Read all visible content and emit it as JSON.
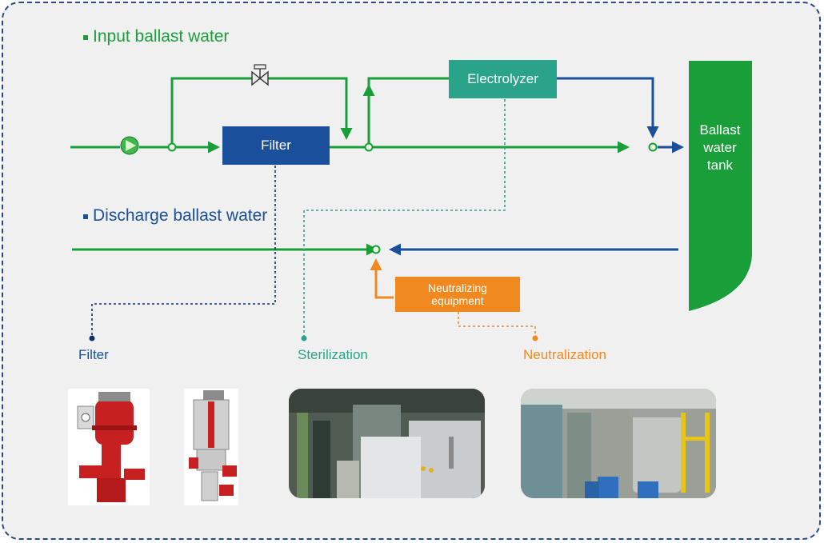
{
  "legend": {
    "input_label": "Input ballast water",
    "discharge_label": "Discharge ballast water"
  },
  "components": {
    "filter": "Filter",
    "electrolyzer": "Electrolyzer",
    "tank": "Ballast water tank",
    "neutralizer": "Neutralizing equipment"
  },
  "captions": {
    "filter": "Filter",
    "sterilization": "Sterilization",
    "neutralization": "Neutralization"
  },
  "colors": {
    "green": "#1a9e3a",
    "blue": "#1a4f9c",
    "navy": "#0f2f6b",
    "teal": "#2aa38b",
    "orange": "#f0891f",
    "background": "#f0f0f0"
  }
}
